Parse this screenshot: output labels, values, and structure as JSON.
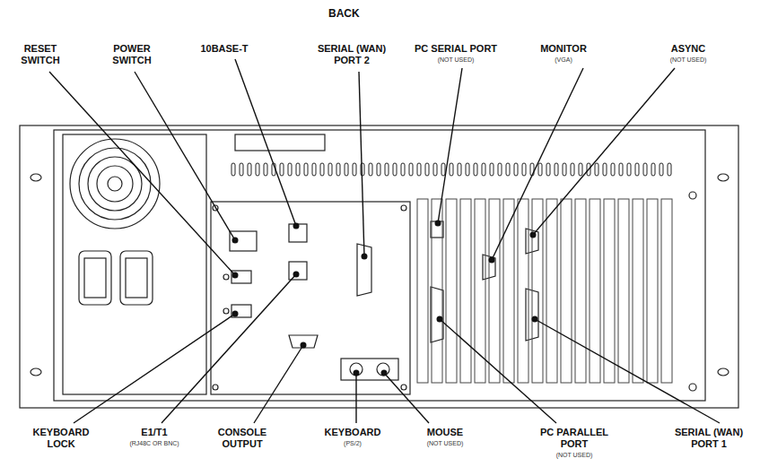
{
  "diagram": {
    "title": "BACK",
    "labels": [
      "RESET SWITCH",
      "POWER SWITCH",
      "10BASE-T",
      "SERIAL (WAN) PORT 2",
      "PC SERIAL PORT",
      "(NOT USED)",
      "MONITOR",
      "(VGA)",
      "ASYNC",
      "(NOT USED)",
      "KEYBOARD LOCK",
      "E1/T1",
      "(RJ48C OR BNC)",
      "CONSOLE OUTPUT",
      "KEYBOARD",
      "(PS/2)",
      "MOUSE",
      "(NOT USED)",
      "PC PARALLEL PORT",
      "(NOT USED)",
      "SERIAL (WAN) PORT 1"
    ]
  }
}
